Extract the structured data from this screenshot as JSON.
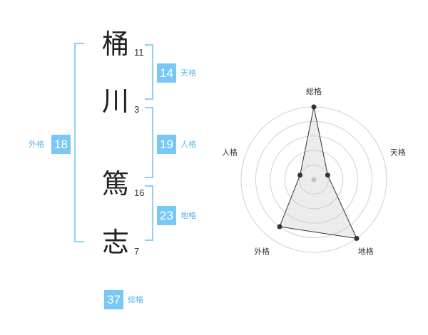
{
  "name": {
    "chars": [
      {
        "char": "桶",
        "strokes": "11"
      },
      {
        "char": "川",
        "strokes": "3"
      },
      {
        "char": "篤",
        "strokes": "16"
      },
      {
        "char": "志",
        "strokes": "7"
      }
    ]
  },
  "fortune": {
    "tenkaku": {
      "value": "14",
      "label": "天格"
    },
    "jinkaku": {
      "value": "19",
      "label": "人格"
    },
    "chikaku": {
      "value": "23",
      "label": "地格"
    },
    "gaikaku": {
      "value": "18",
      "label": "外格"
    },
    "soukaku": {
      "value": "37",
      "label": "総格"
    }
  },
  "colors": {
    "accent": "#79c7f5",
    "bracket": "#8ed0f6",
    "label": "#5fb4e8"
  },
  "chart_data": {
    "type": "radar",
    "axes": [
      "総格",
      "天格",
      "地格",
      "外格",
      "人格"
    ],
    "values": [
      5,
      1,
      5,
      4,
      1
    ],
    "range": [
      0,
      5
    ],
    "grid": true,
    "rings": 5
  }
}
